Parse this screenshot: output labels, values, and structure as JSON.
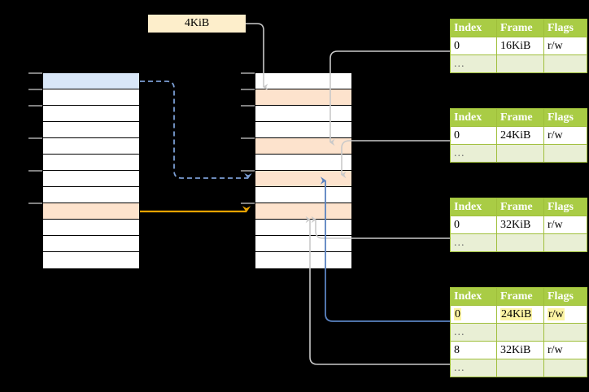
{
  "diagram": {
    "title_label": "4KiB",
    "colors": {
      "table_header": "#a9cc45",
      "table_ellipsis_row": "#e9efd5",
      "highlight_yellow": "#fcf4a3",
      "page_selected_blue": "#d9e7f8",
      "frame_peach": "#fde3cd",
      "label_box": "#fdeecb",
      "arrow_blue": "#6f92c9",
      "arrow_orange": "#e8a200",
      "arrow_grey": "#c9c9c9",
      "background": "#000000"
    }
  },
  "left_column": {
    "name": "virtual-address-space",
    "cells": [
      {
        "fill": "blue",
        "label": ""
      },
      {
        "fill": "white",
        "label": ""
      },
      {
        "fill": "white",
        "label": ""
      },
      {
        "fill": "white",
        "label": ""
      },
      {
        "fill": "white",
        "label": ""
      },
      {
        "fill": "white",
        "label": ""
      },
      {
        "fill": "white",
        "label": ""
      },
      {
        "fill": "white",
        "label": ""
      },
      {
        "fill": "peach",
        "label": ""
      },
      {
        "fill": "white",
        "label": ""
      },
      {
        "fill": "white",
        "label": ""
      },
      {
        "fill": "white",
        "label": ""
      }
    ]
  },
  "middle_column": {
    "name": "physical-memory",
    "cells": [
      {
        "fill": "white",
        "label": ""
      },
      {
        "fill": "peach",
        "label": ""
      },
      {
        "fill": "white",
        "label": ""
      },
      {
        "fill": "white",
        "label": ""
      },
      {
        "fill": "peach",
        "label": ""
      },
      {
        "fill": "white",
        "label": ""
      },
      {
        "fill": "peach",
        "label": ""
      },
      {
        "fill": "white",
        "label": ""
      },
      {
        "fill": "peach",
        "label": ""
      },
      {
        "fill": "white",
        "label": ""
      },
      {
        "fill": "white",
        "label": ""
      },
      {
        "fill": "white",
        "label": ""
      }
    ]
  },
  "tables": [
    {
      "name": "page-table-level-1",
      "headers": [
        "Index",
        "Frame",
        "Flags"
      ],
      "rows": [
        {
          "type": "data",
          "cells": [
            "0",
            "16KiB",
            "r/w"
          ],
          "highlight": [
            false,
            false,
            false
          ]
        },
        {
          "type": "ellipsis",
          "cells": [
            "...",
            "",
            ""
          ],
          "highlight": [
            false,
            false,
            false
          ]
        }
      ]
    },
    {
      "name": "page-table-level-2",
      "headers": [
        "Index",
        "Frame",
        "Flags"
      ],
      "rows": [
        {
          "type": "data",
          "cells": [
            "0",
            "24KiB",
            "r/w"
          ],
          "highlight": [
            false,
            false,
            false
          ]
        },
        {
          "type": "ellipsis",
          "cells": [
            "...",
            "",
            ""
          ],
          "highlight": [
            false,
            false,
            false
          ]
        }
      ]
    },
    {
      "name": "page-table-level-3",
      "headers": [
        "Index",
        "Frame",
        "Flags"
      ],
      "rows": [
        {
          "type": "data",
          "cells": [
            "0",
            "32KiB",
            "r/w"
          ],
          "highlight": [
            false,
            false,
            false
          ]
        },
        {
          "type": "ellipsis",
          "cells": [
            "...",
            "",
            ""
          ],
          "highlight": [
            false,
            false,
            false
          ]
        }
      ]
    },
    {
      "name": "page-table-level-4",
      "headers": [
        "Index",
        "Frame",
        "Flags"
      ],
      "rows": [
        {
          "type": "data",
          "cells": [
            "0",
            "24KiB",
            "r/w"
          ],
          "highlight": [
            true,
            true,
            true
          ]
        },
        {
          "type": "ellipsis",
          "cells": [
            "...",
            "",
            ""
          ],
          "highlight": [
            false,
            false,
            false
          ]
        },
        {
          "type": "data",
          "cells": [
            "8",
            "32KiB",
            "r/w"
          ],
          "highlight": [
            false,
            false,
            false
          ]
        },
        {
          "type": "ellipsis",
          "cells": [
            "...",
            "",
            ""
          ],
          "highlight": [
            false,
            false,
            false
          ]
        }
      ]
    }
  ]
}
